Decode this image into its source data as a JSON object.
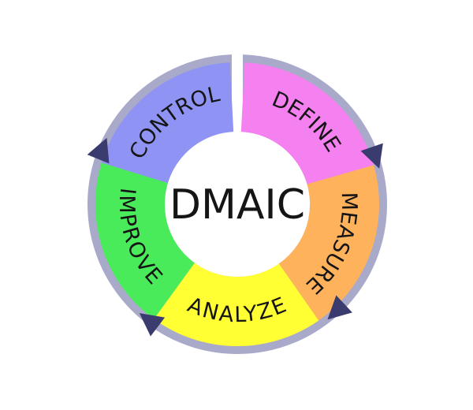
{
  "center": {
    "label": "DMAIC"
  },
  "phases": [
    {
      "id": "define",
      "label": "DEFINE",
      "color": "#f580ef"
    },
    {
      "id": "measure",
      "label": "MEASURE",
      "color": "#ffb25c"
    },
    {
      "id": "analyze",
      "label": "ANALYZE",
      "color": "#ffff33"
    },
    {
      "id": "improve",
      "label": "IMPROVE",
      "color": "#4aeb5b"
    },
    {
      "id": "control",
      "label": "CONTROL",
      "color": "#8f94f4"
    }
  ],
  "colors": {
    "outer_ring": "#a9a9ca",
    "arrow": "#3a3b6e",
    "center_fill": "#ffffff"
  }
}
